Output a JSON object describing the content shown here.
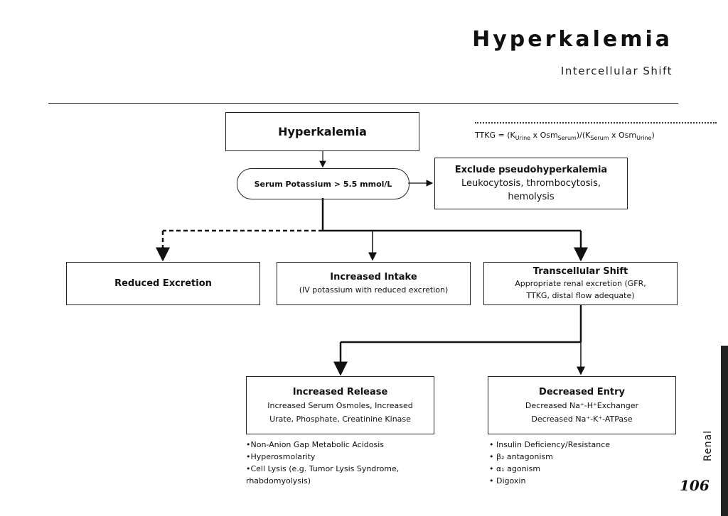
{
  "header": {
    "title": "Hyperkalemia",
    "subtitle": "Intercellular Shift"
  },
  "formula": {
    "prefix": "TTKG = (K",
    "s1": "Urine",
    "t1": " x Osm",
    "s2": "Serum",
    "t2": ")/(K",
    "s3": "Serum",
    "t3": " x Osm",
    "s4": "Urine",
    "t4": ")"
  },
  "flow": {
    "top_box": "Hyperkalemia",
    "condition": "Serum Potassium > 5.5 mmol/L",
    "exclude": {
      "title": "Exclude pseudohyperkalemia",
      "line1": "Leukocytosis, thrombocytosis,",
      "line2": "hemolysis"
    },
    "reduced_excretion": "Reduced Excretion",
    "increased_intake": {
      "title": "Increased Intake",
      "detail": "(IV potassium with reduced excretion)"
    },
    "transcellular_shift": {
      "title": "Transcellular Shift",
      "line1": "Appropriate renal excretion  (GFR,",
      "line2": "TTKG, distal flow adequate)"
    },
    "increased_release": {
      "title": "Increased Release",
      "line1": "Increased Serum Osmoles, Increased",
      "line2": "Urate, Phosphate, Creatinine Kinase"
    },
    "decreased_entry": {
      "title": "Decreased Entry",
      "line1": "Decreased Na⁺-H⁺Exchanger",
      "line2": "Decreased Na⁺-K⁺-ATPase"
    }
  },
  "release_notes": [
    "•Non-Anion Gap Metabolic Acidosis",
    "•Hyperosmolarity",
    "•Cell Lysis (e.g. Tumor Lysis Syndrome,",
    "rhabdomyolysis)"
  ],
  "entry_notes": [
    "• Insulin Deficiency/Resistance",
    "• β₂ antagonism",
    "• α₁ agonism",
    "• Digoxin"
  ],
  "footer": {
    "section": "Renal",
    "page_number": "106"
  }
}
